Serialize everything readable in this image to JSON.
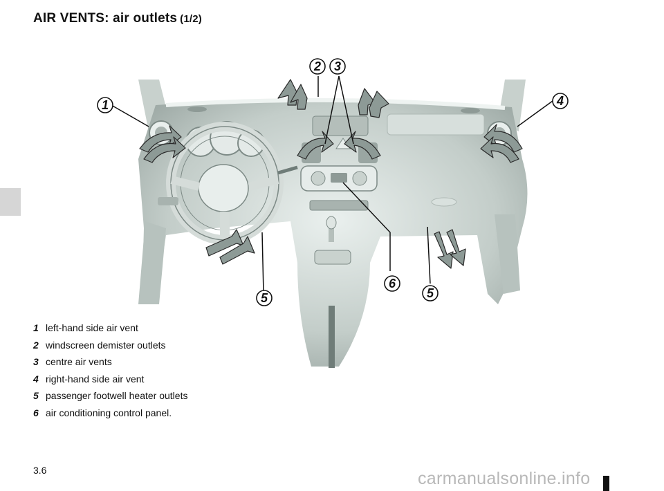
{
  "page": {
    "title": "AIR VENTS: air outlets",
    "title_part": "(1/2)",
    "page_number": "3.6",
    "watermark": "carmanualsonline.info"
  },
  "callouts": {
    "c1": "1",
    "c2": "2",
    "c3": "3",
    "c4": "4",
    "c5a": "5",
    "c5b": "5",
    "c6": "6"
  },
  "legend": [
    {
      "num": "1",
      "text": "left-hand side air vent"
    },
    {
      "num": "2",
      "text": "windscreen demister outlets"
    },
    {
      "num": "3",
      "text": "centre air vents"
    },
    {
      "num": "4",
      "text": "right-hand side air vent"
    },
    {
      "num": "5",
      "text": "passenger footwell heater outlets"
    },
    {
      "num": "6",
      "text": "air conditioning control panel."
    }
  ],
  "colors": {
    "dashboard_fill": "#c3cdc9",
    "dashboard_shadow": "#9aa6a2",
    "arrow_fill": "#8d9a96",
    "side_tab": "#d6d6d6"
  }
}
